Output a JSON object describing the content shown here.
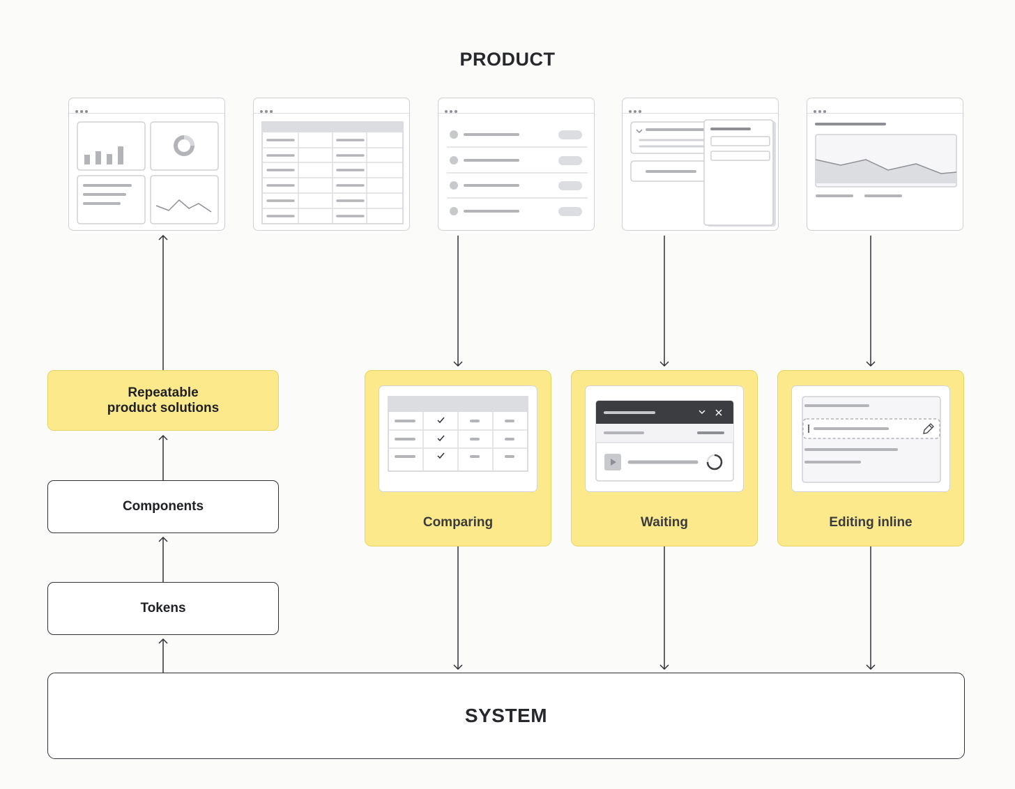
{
  "heading": "PRODUCT",
  "left_stack": {
    "repeatable": "Repeatable\nproduct solutions",
    "components": "Components",
    "tokens": "Tokens"
  },
  "patterns": [
    {
      "label": "Comparing"
    },
    {
      "label": "Waiting"
    },
    {
      "label": "Editing inline"
    }
  ],
  "system": "SYSTEM",
  "colors": {
    "pattern_fill": "#fce98c",
    "line": "#2e3035",
    "wire_gray": "#bdbec2"
  }
}
